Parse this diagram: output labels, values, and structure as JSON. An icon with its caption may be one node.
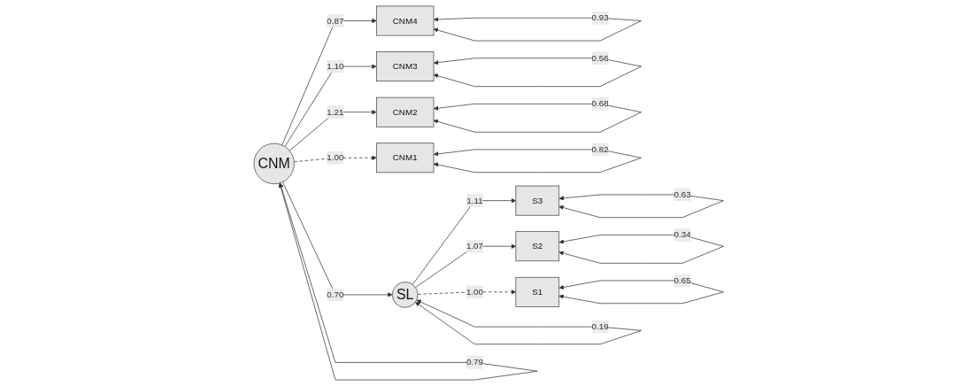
{
  "diagram": {
    "nodes": [
      {
        "text": [
          "CNM4"
        ]
      },
      {
        "text": [
          "CNM3"
        ]
      },
      {
        "text": [
          "CNM2"
        ]
      },
      {
        "text": [
          "CNM1"
        ]
      },
      {
        "text": [
          "CNM"
        ]
      },
      {
        "text": [
          "SL"
        ]
      },
      {
        "text": [
          "S3"
        ]
      },
      {
        "text": [
          "S2"
        ]
      },
      {
        "text": [
          "S1"
        ]
      }
    ],
    "edges": [
      {
        "from": 4,
        "to": 0,
        "arrow": "to",
        "label": "0.87"
      },
      {
        "from": 4,
        "to": 1,
        "arrow": "to",
        "label": "1.10"
      },
      {
        "from": 4,
        "to": 2,
        "arrow": "to",
        "label": "1.21"
      },
      {
        "from": 4,
        "to": 3,
        "arrow": "to",
        "label": "1.00",
        "style": "dashed"
      },
      {
        "from": 4,
        "to": 5,
        "arrow": "to",
        "label": "0.70"
      },
      {
        "from": 5,
        "to": 6,
        "arrow": "to",
        "label": "1.11"
      },
      {
        "from": 5,
        "to": 7,
        "arrow": "to",
        "label": "1.07"
      },
      {
        "from": 5,
        "to": 8,
        "arrow": "to",
        "label": "1.00",
        "style": "dashed"
      },
      {
        "from": 0,
        "to": 0,
        "arrow": "both",
        "label": "0.93"
      },
      {
        "from": 1,
        "to": 1,
        "arrow": "both",
        "label": "0.56"
      },
      {
        "from": 2,
        "to": 2,
        "arrow": "both",
        "label": "0.68"
      },
      {
        "from": 3,
        "to": 3,
        "arrow": "both",
        "label": "0.82"
      },
      {
        "from": 4,
        "to": 4,
        "arrow": "both",
        "label": "0.79"
      },
      {
        "from": 5,
        "to": 5,
        "arrow": "both",
        "label": "0.19"
      },
      {
        "from": 6,
        "to": 6,
        "arrow": "both",
        "label": "0.63"
      },
      {
        "from": 7,
        "to": 7,
        "arrow": "both",
        "label": "0.34"
      },
      {
        "from": 8,
        "to": 8,
        "arrow": "both",
        "label": "0.65"
      }
    ]
  }
}
